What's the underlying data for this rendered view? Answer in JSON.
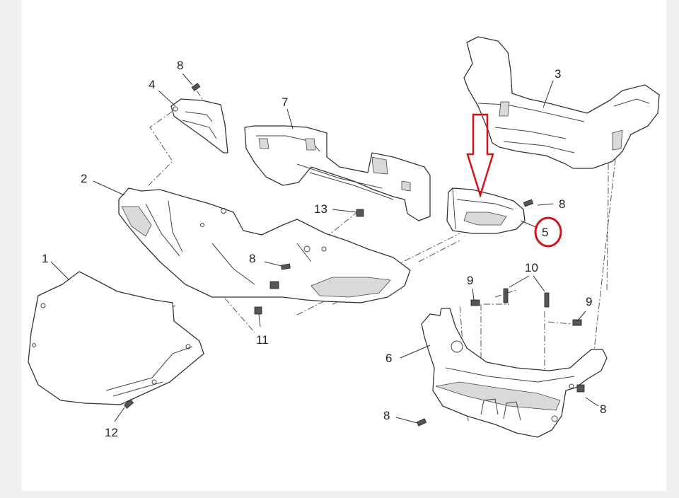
{
  "callouts": [
    {
      "id": "1",
      "text": "1"
    },
    {
      "id": "2",
      "text": "2"
    },
    {
      "id": "3",
      "text": "3"
    },
    {
      "id": "4",
      "text": "4"
    },
    {
      "id": "5",
      "text": "5"
    },
    {
      "id": "6",
      "text": "6"
    },
    {
      "id": "7",
      "text": "7"
    },
    {
      "id": "8a",
      "text": "8"
    },
    {
      "id": "8b",
      "text": "8"
    },
    {
      "id": "8c",
      "text": "8"
    },
    {
      "id": "8d",
      "text": "8"
    },
    {
      "id": "8e",
      "text": "8"
    },
    {
      "id": "9a",
      "text": "9"
    },
    {
      "id": "9b",
      "text": "9"
    },
    {
      "id": "10",
      "text": "10"
    },
    {
      "id": "11",
      "text": "11"
    },
    {
      "id": "12",
      "text": "12"
    },
    {
      "id": "13",
      "text": "13"
    }
  ],
  "highlight": {
    "part": "5",
    "color": "#d0141c"
  }
}
